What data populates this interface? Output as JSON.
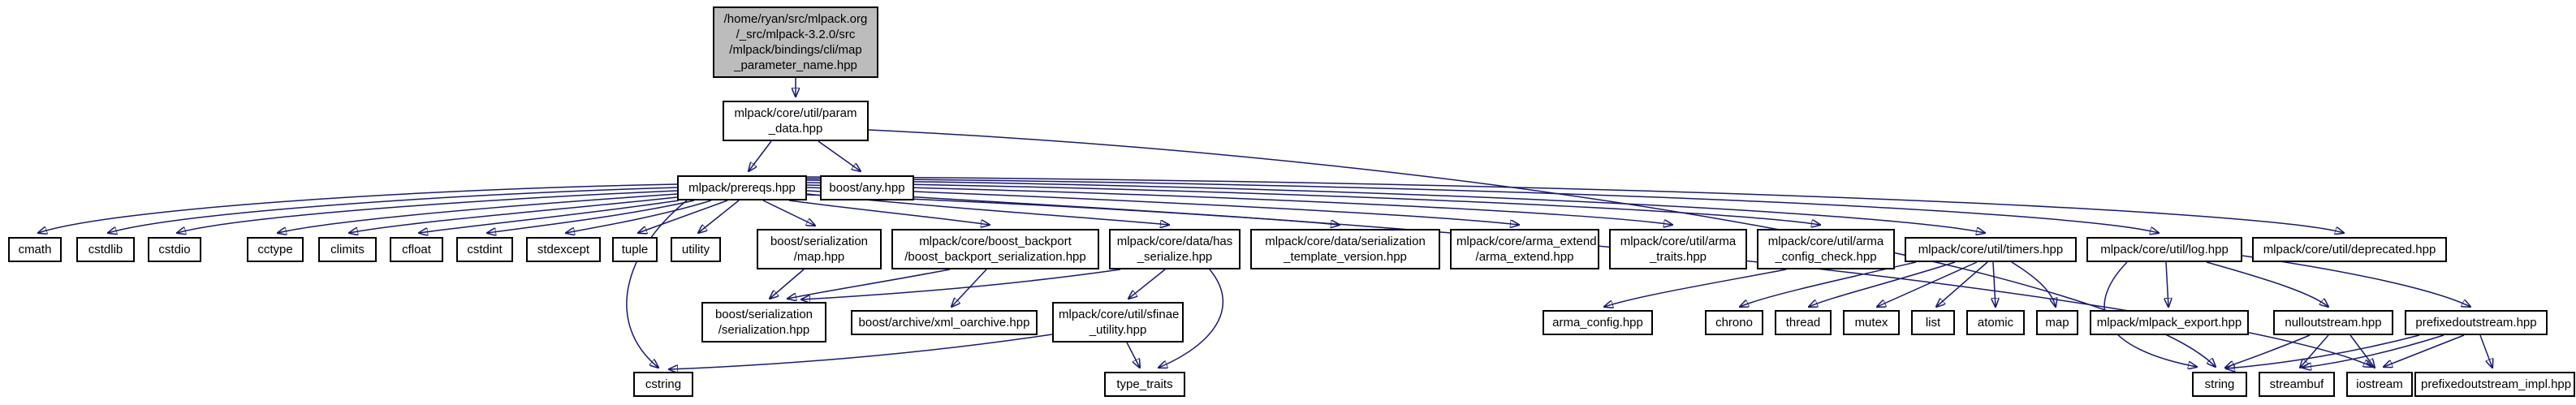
{
  "colors": {
    "edge": "#191970",
    "node_border": "#000000",
    "node_fill": "#ffffff",
    "root_fill": "#bcbcbc"
  },
  "graph": {
    "type": "doxygen-include-dependency-graph",
    "nodes": [
      {
        "id": "map_parameter_name",
        "label": "/home/ryan/src/mlpack.org\n/_src/mlpack-3.2.0/src\n/mlpack/bindings/cli/map\n_parameter_name.hpp"
      },
      {
        "id": "param_data",
        "label": "mlpack/core/util/param\n_data.hpp"
      },
      {
        "id": "prereqs",
        "label": "mlpack/prereqs.hpp"
      },
      {
        "id": "boost_any",
        "label": "boost/any.hpp"
      },
      {
        "id": "cmath",
        "label": "cmath"
      },
      {
        "id": "cstdlib",
        "label": "cstdlib"
      },
      {
        "id": "cstdio",
        "label": "cstdio"
      },
      {
        "id": "cctype",
        "label": "cctype"
      },
      {
        "id": "climits",
        "label": "climits"
      },
      {
        "id": "cfloat",
        "label": "cfloat"
      },
      {
        "id": "cstdint",
        "label": "cstdint"
      },
      {
        "id": "stdexcept",
        "label": "stdexcept"
      },
      {
        "id": "tuple",
        "label": "tuple"
      },
      {
        "id": "utility",
        "label": "utility"
      },
      {
        "id": "boost_serialization_map",
        "label": "boost/serialization\n/map.hpp"
      },
      {
        "id": "boost_backport_serialization",
        "label": "mlpack/core/boost_backport\n/boost_backport_serialization.hpp"
      },
      {
        "id": "has_serialize",
        "label": "mlpack/core/data/has\n_serialize.hpp"
      },
      {
        "id": "serialization_template_version",
        "label": "mlpack/core/data/serialization\n_template_version.hpp"
      },
      {
        "id": "arma_extend",
        "label": "mlpack/core/arma_extend\n/arma_extend.hpp"
      },
      {
        "id": "arma_traits",
        "label": "mlpack/core/util/arma\n_traits.hpp"
      },
      {
        "id": "arma_config_check",
        "label": "mlpack/core/util/arma\n_config_check.hpp"
      },
      {
        "id": "timers",
        "label": "mlpack/core/util/timers.hpp"
      },
      {
        "id": "log",
        "label": "mlpack/core/util/log.hpp"
      },
      {
        "id": "deprecated",
        "label": "mlpack/core/util/deprecated.hpp"
      },
      {
        "id": "boost_serialization",
        "label": "boost/serialization\n/serialization.hpp"
      },
      {
        "id": "xml_oarchive",
        "label": "boost/archive/xml_oarchive.hpp"
      },
      {
        "id": "sfinae_utility",
        "label": "mlpack/core/util/sfinae\n_utility.hpp"
      },
      {
        "id": "arma_config",
        "label": "arma_config.hpp"
      },
      {
        "id": "chrono",
        "label": "chrono"
      },
      {
        "id": "thread",
        "label": "thread"
      },
      {
        "id": "mutex",
        "label": "mutex"
      },
      {
        "id": "list",
        "label": "list"
      },
      {
        "id": "atomic",
        "label": "atomic"
      },
      {
        "id": "map",
        "label": "map"
      },
      {
        "id": "mlpack_export",
        "label": "mlpack/mlpack_export.hpp"
      },
      {
        "id": "nulloutstream",
        "label": "nulloutstream.hpp"
      },
      {
        "id": "prefixedoutstream",
        "label": "prefixedoutstream.hpp"
      },
      {
        "id": "cstring",
        "label": "cstring"
      },
      {
        "id": "type_traits",
        "label": "type_traits"
      },
      {
        "id": "string",
        "label": "string"
      },
      {
        "id": "streambuf",
        "label": "streambuf"
      },
      {
        "id": "iostream",
        "label": "iostream"
      },
      {
        "id": "prefixedoutstream_impl",
        "label": "prefixedoutstream_impl.hpp"
      }
    ],
    "edges": [
      {
        "from": "map_parameter_name",
        "to": "param_data"
      },
      {
        "from": "param_data",
        "to": "prereqs"
      },
      {
        "from": "param_data",
        "to": "boost_any"
      },
      {
        "from": "param_data",
        "to": "string"
      },
      {
        "from": "prereqs",
        "to": "iostream"
      },
      {
        "from": "prereqs",
        "to": "cmath"
      },
      {
        "from": "prereqs",
        "to": "cstdlib"
      },
      {
        "from": "prereqs",
        "to": "cstdio"
      },
      {
        "from": "prereqs",
        "to": "cctype"
      },
      {
        "from": "prereqs",
        "to": "climits"
      },
      {
        "from": "prereqs",
        "to": "cfloat"
      },
      {
        "from": "prereqs",
        "to": "cstdint"
      },
      {
        "from": "prereqs",
        "to": "stdexcept"
      },
      {
        "from": "prereqs",
        "to": "tuple"
      },
      {
        "from": "prereqs",
        "to": "utility"
      },
      {
        "from": "prereqs",
        "to": "boost_serialization_map"
      },
      {
        "from": "prereqs",
        "to": "boost_backport_serialization"
      },
      {
        "from": "prereqs",
        "to": "has_serialize"
      },
      {
        "from": "prereqs",
        "to": "serialization_template_version"
      },
      {
        "from": "prereqs",
        "to": "arma_extend"
      },
      {
        "from": "prereqs",
        "to": "arma_traits"
      },
      {
        "from": "prereqs",
        "to": "arma_config_check"
      },
      {
        "from": "prereqs",
        "to": "timers"
      },
      {
        "from": "prereqs",
        "to": "log"
      },
      {
        "from": "prereqs",
        "to": "deprecated"
      },
      {
        "from": "prereqs",
        "to": "cstring"
      },
      {
        "from": "boost_serialization_map",
        "to": "boost_serialization"
      },
      {
        "from": "boost_backport_serialization",
        "to": "boost_serialization"
      },
      {
        "from": "boost_backport_serialization",
        "to": "xml_oarchive"
      },
      {
        "from": "has_serialize",
        "to": "boost_serialization"
      },
      {
        "from": "has_serialize",
        "to": "sfinae_utility"
      },
      {
        "from": "has_serialize",
        "to": "type_traits"
      },
      {
        "from": "sfinae_utility",
        "to": "cstring"
      },
      {
        "from": "sfinae_utility",
        "to": "type_traits"
      },
      {
        "from": "arma_config_check",
        "to": "arma_config"
      },
      {
        "from": "timers",
        "to": "chrono"
      },
      {
        "from": "timers",
        "to": "thread"
      },
      {
        "from": "timers",
        "to": "mutex"
      },
      {
        "from": "timers",
        "to": "list"
      },
      {
        "from": "timers",
        "to": "atomic"
      },
      {
        "from": "timers",
        "to": "map"
      },
      {
        "from": "log",
        "to": "mlpack_export"
      },
      {
        "from": "log",
        "to": "nulloutstream"
      },
      {
        "from": "log",
        "to": "prefixedoutstream"
      },
      {
        "from": "log",
        "to": "string"
      },
      {
        "from": "nulloutstream",
        "to": "string"
      },
      {
        "from": "nulloutstream",
        "to": "streambuf"
      },
      {
        "from": "nulloutstream",
        "to": "iostream"
      },
      {
        "from": "prefixedoutstream",
        "to": "string"
      },
      {
        "from": "prefixedoutstream",
        "to": "streambuf"
      },
      {
        "from": "prefixedoutstream",
        "to": "iostream"
      },
      {
        "from": "prefixedoutstream",
        "to": "prefixedoutstream_impl"
      }
    ]
  }
}
